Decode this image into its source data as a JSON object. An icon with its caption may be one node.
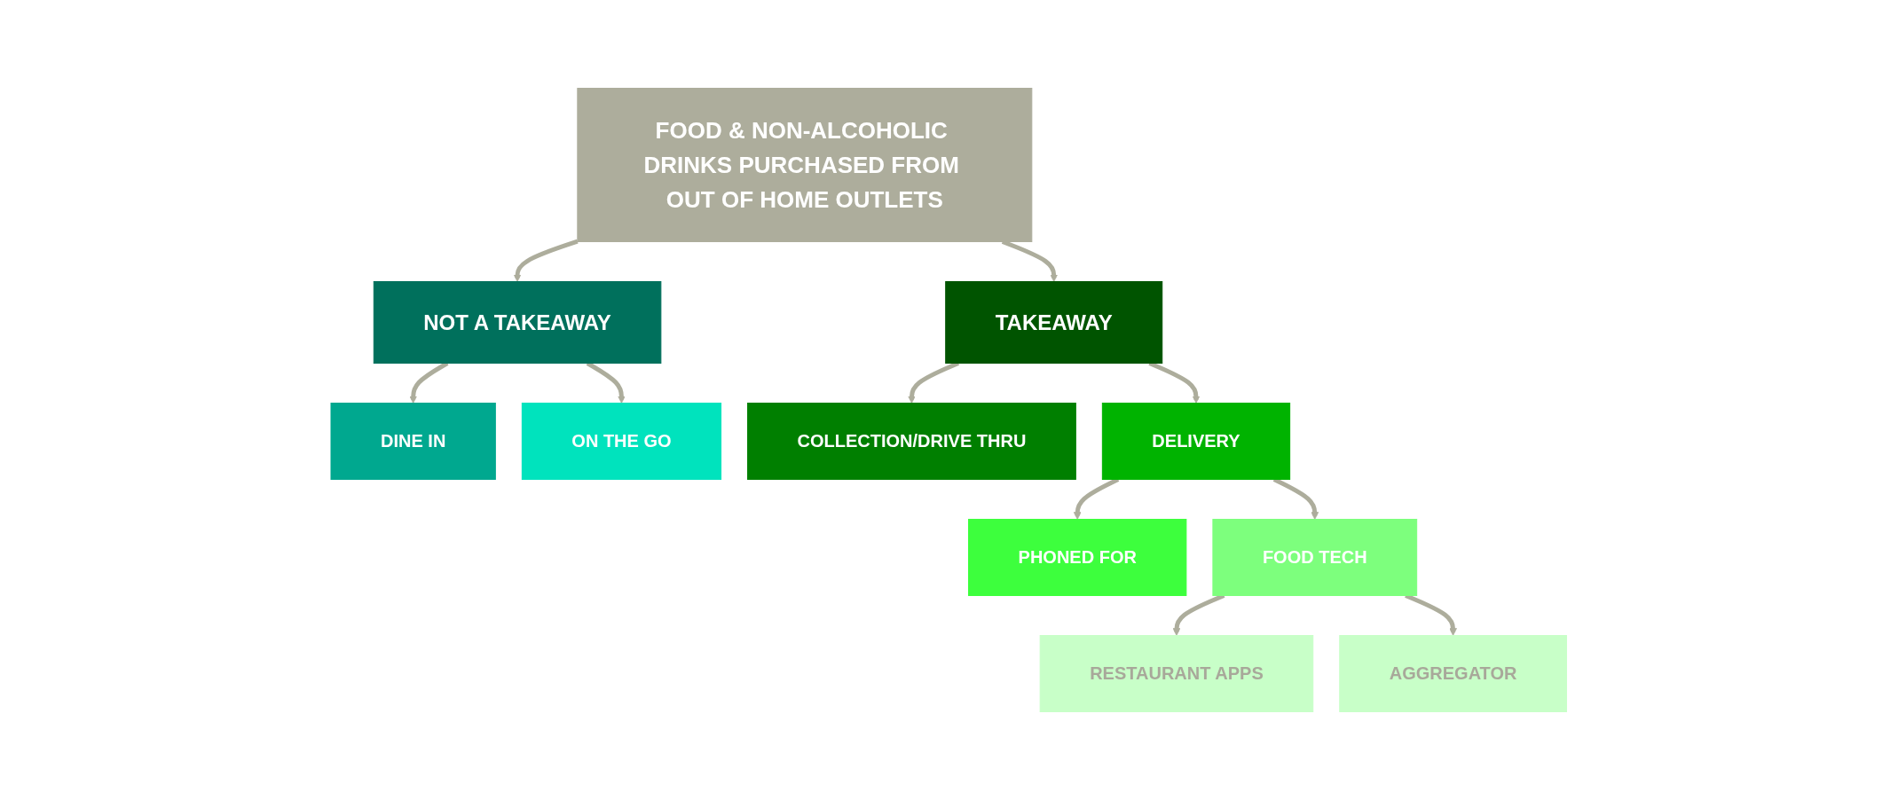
{
  "diagram": {
    "nodes": [
      {
        "text": [
          "FOOD & NON-ALCOHOLIC DRINKS PURCHASED FROM OUT OF HOME OUTLETS"
        ]
      },
      {
        "text": [
          "NOT A TAKEAWAY"
        ]
      },
      {
        "text": [
          "TAKEAWAY"
        ]
      },
      {
        "text": [
          "DINE IN"
        ]
      },
      {
        "text": [
          "ON THE GO"
        ]
      },
      {
        "text": [
          "COLLECTION/DRIVE THRU"
        ]
      },
      {
        "text": [
          "DELIVERY"
        ]
      },
      {
        "text": [
          "PHONED FOR"
        ]
      },
      {
        "text": [
          "FOOD TECH"
        ]
      },
      {
        "text": [
          "RESTAURANT APPS"
        ]
      },
      {
        "text": [
          "AGGREGATOR"
        ]
      }
    ],
    "edges": [
      {
        "from": 0,
        "to": 1,
        "arrow": "to"
      },
      {
        "from": 0,
        "to": 2,
        "arrow": "to"
      },
      {
        "from": 1,
        "to": 3,
        "arrow": "to"
      },
      {
        "from": 1,
        "to": 4,
        "arrow": "to"
      },
      {
        "from": 2,
        "to": 5,
        "arrow": "to"
      },
      {
        "from": 2,
        "to": 6,
        "arrow": "to"
      },
      {
        "from": 6,
        "to": 7,
        "arrow": "to"
      },
      {
        "from": 6,
        "to": 8,
        "arrow": "to"
      },
      {
        "from": 8,
        "to": 9,
        "arrow": "to"
      },
      {
        "from": 8,
        "to": 10,
        "arrow": "to"
      }
    ]
  }
}
